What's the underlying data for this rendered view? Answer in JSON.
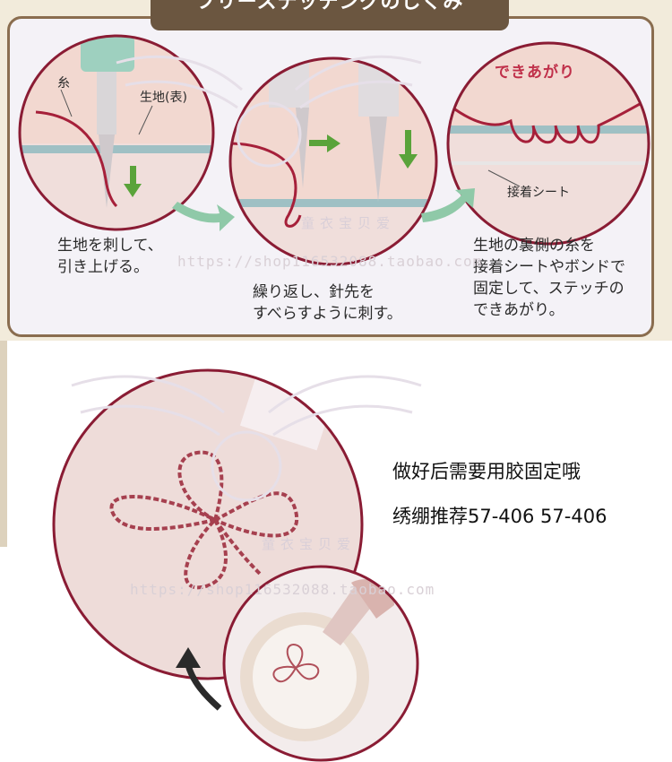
{
  "diagram": {
    "title": "フリーステッチングのしくみ",
    "labels": {
      "thread": "糸",
      "fabric_front": "生地(表)",
      "finished": "できあがり",
      "adhesive_sheet": "接着シート"
    },
    "captions": {
      "step1": "生地を刺して、\n引き上げる。",
      "step2": "繰り返し、針先を\nすべらすように刺す。",
      "step3": "生地の裏側の糸を\n接着シートやボンドで\n固定して、ステッチの\nできあがり。"
    },
    "colors": {
      "thread_red": "#a6203a",
      "skin_pink": "#f2d8d0",
      "fabric_blue": "#9fc0c4",
      "arrow_green": "#5aa33a",
      "frame_brown": "#8a6d4f"
    }
  },
  "notes": {
    "line1": "做好后需要用胶固定哦",
    "line2": "绣绷推荐57-406   57-406"
  },
  "watermarks": {
    "url": "https://shop116532088.taobao.com",
    "shop_name": "童衣宝贝爱"
  }
}
